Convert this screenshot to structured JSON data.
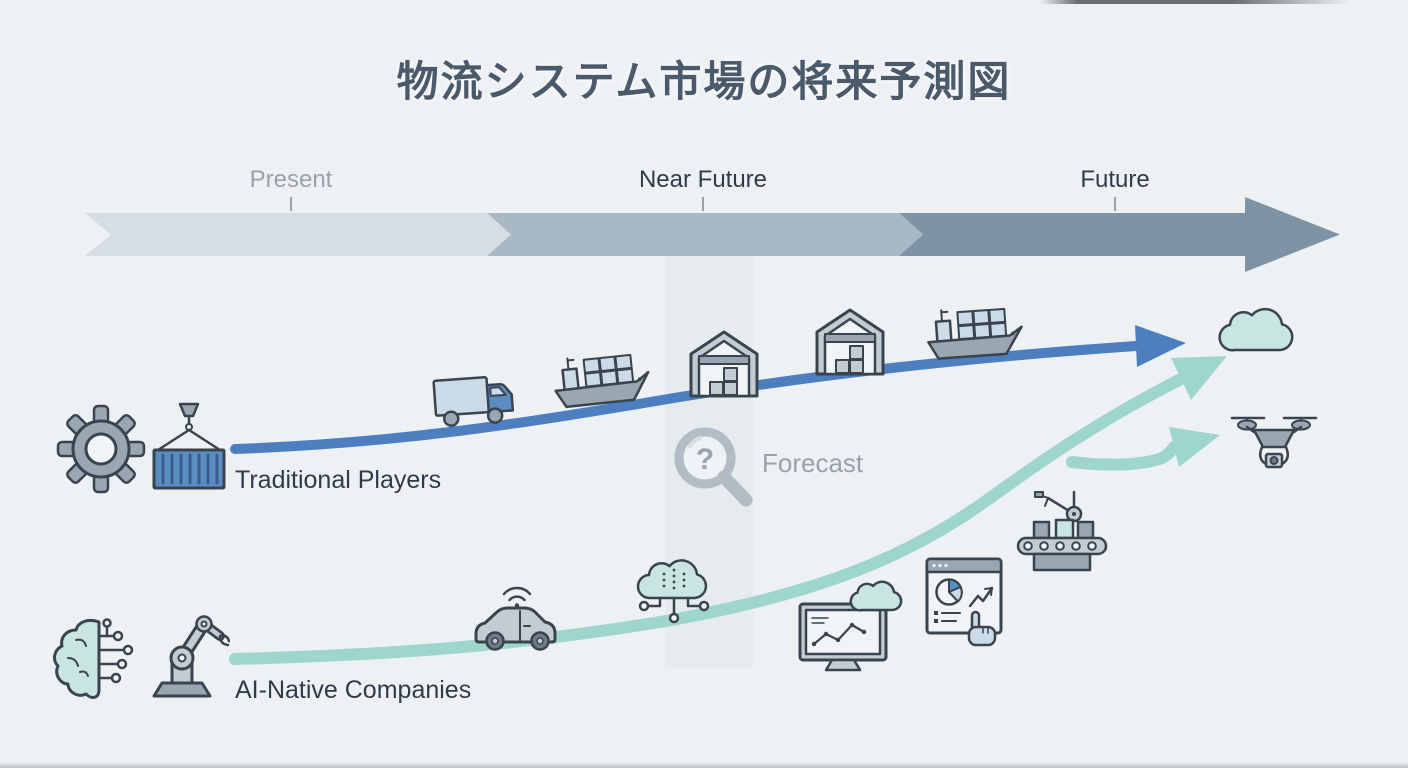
{
  "title": "物流システム市場の将来予測図",
  "timeline": {
    "stages": [
      {
        "label": "Present"
      },
      {
        "label": "Near Future"
      },
      {
        "label": "Future"
      }
    ]
  },
  "series": {
    "traditional": {
      "label": "Traditional Players",
      "icons": [
        "gear-icon",
        "cargo-container-crane-icon",
        "delivery-truck-icon",
        "cargo-ship-icon",
        "warehouse-icon",
        "warehouse-icon",
        "cargo-ship-icon"
      ]
    },
    "ai_native": {
      "label": "AI-Native Companies",
      "icons": [
        "ai-brain-circuit-icon",
        "robot-arm-icon",
        "autonomous-car-icon",
        "cloud-network-icon",
        "monitor-analytics-cloud-icon",
        "dashboard-analytics-icon",
        "smart-conveyor-icon"
      ]
    },
    "future_icons": [
      "cloud-icon",
      "drone-icon"
    ]
  },
  "annotations": {
    "forecast_label": "Forecast",
    "question_mark": "?"
  },
  "colors": {
    "bg": "#eef1f4",
    "band": "#e3e8eb",
    "seg1": "#d6dde3",
    "seg2": "#a9b8c5",
    "seg3": "#7e93a4",
    "blue": "#4d7fc0",
    "teal": "#9ed5cd",
    "ink": "#39444f",
    "gray-mid": "#9aa6b1",
    "gray-light": "#c3ccd3",
    "blue-fill": "#5a8dc2",
    "blue-pale": "#cbdbe7",
    "teal-fill": "#c8e5e2",
    "panel": "#f0f4f6",
    "text-dark": "#2e3c49",
    "text-gray": "#98a2ad",
    "title": "#4a5a6a"
  }
}
